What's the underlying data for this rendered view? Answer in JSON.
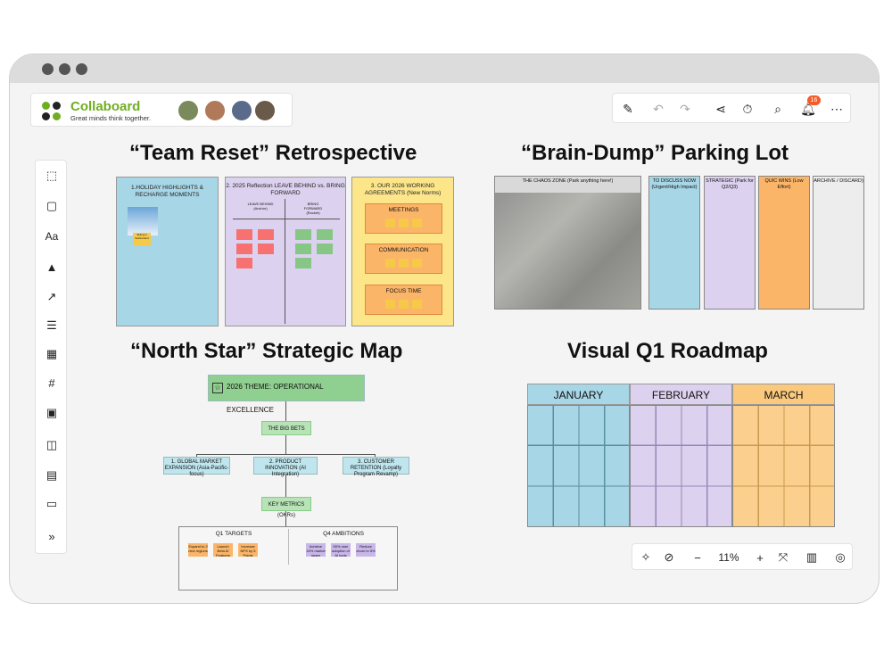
{
  "brand": {
    "name": "Collaboard",
    "tagline": "Great minds think together."
  },
  "colors": {
    "brand_green": "#6fae22",
    "notification": "#f25c2b",
    "blue_col": "#a7d6e6",
    "purple_col": "#dcd1ee",
    "yellow_col": "#fde68a",
    "orange": "#fbb568"
  },
  "toolbar": {
    "icons": [
      "magic-pen-icon",
      "undo-icon",
      "redo-icon",
      "share-icon",
      "timer-icon",
      "search-icon",
      "bell-icon",
      "more-icon"
    ],
    "notification_count": "16"
  },
  "sidebar": {
    "icons": [
      "select-icon",
      "sticky-note-icon",
      "text-icon",
      "shapes-icon",
      "connector-icon",
      "list-icon",
      "table-icon",
      "frame-icon",
      "media-icon",
      "template-icon",
      "comment-icon",
      "card-icon",
      "expand-icon"
    ],
    "text_label": "Aa"
  },
  "zoom": {
    "level": "11%",
    "minus": "−",
    "plus": "+"
  },
  "sections": {
    "retro": {
      "title": "“Team Reset” Retrospective",
      "col1": "1.HOLIDAY HIGHLIGHTS & RECHARGE MOMENTS",
      "col1_note": "Skiing in Switzerland",
      "col2": "2. 2025 Reflection LEAVE BEHIND vs. BRING FORWARD",
      "leave": "LEAVE BEHIND (Anchor)",
      "bring": "BRING FORWARD (Rocket)",
      "col3": "3. OUR 2026 WORKING AGREEMENTS (New Norms)",
      "agreements": [
        "MEETINGS",
        "COMMUNICATION",
        "FOCUS TIME"
      ]
    },
    "parking": {
      "title": "“Brain-Dump” Parking Lot",
      "chaos": "THE CHAOS ZONE (Park anything here!)",
      "cols": [
        "TO DISCUSS NOW (Urgent/High Impact)",
        "STRATEGIC (Park for Q2/Q3)",
        "QUIC WINS (Low Effort)",
        "ARCHIVE / DISCARD)"
      ]
    },
    "northstar": {
      "title": "“North Star” Strategic Map",
      "theme": "2026 THEME: OPERATIONAL EXCELLENCE",
      "bets": "THE BIG BETS",
      "pillars": [
        "1. GLOBAL MARKET EXPANSION (Asia-Pacific-focus)",
        "2. PRODUCT INNOVATION (AI Integration)",
        "3. CUSTOMER RETENTION (Loyalty Program Revamp)"
      ],
      "kpi": "KEY METRICS (OKRs)",
      "q1": "Q1 TARGETS",
      "q4": "Q4 AMBITIONS",
      "q1_notes": [
        "Expand to 2 new regions",
        "Launch Beta AI Features",
        "Increase NPS by 5 Points"
      ],
      "q4_notes": [
        "Achieve 15% market share",
        "50% user adoption of AI tools",
        "Reduce churn to 5%"
      ]
    },
    "roadmap": {
      "title": "Visual Q1 Roadmap",
      "months": [
        "JANUARY",
        "FEBRUARY",
        "MARCH"
      ]
    }
  }
}
